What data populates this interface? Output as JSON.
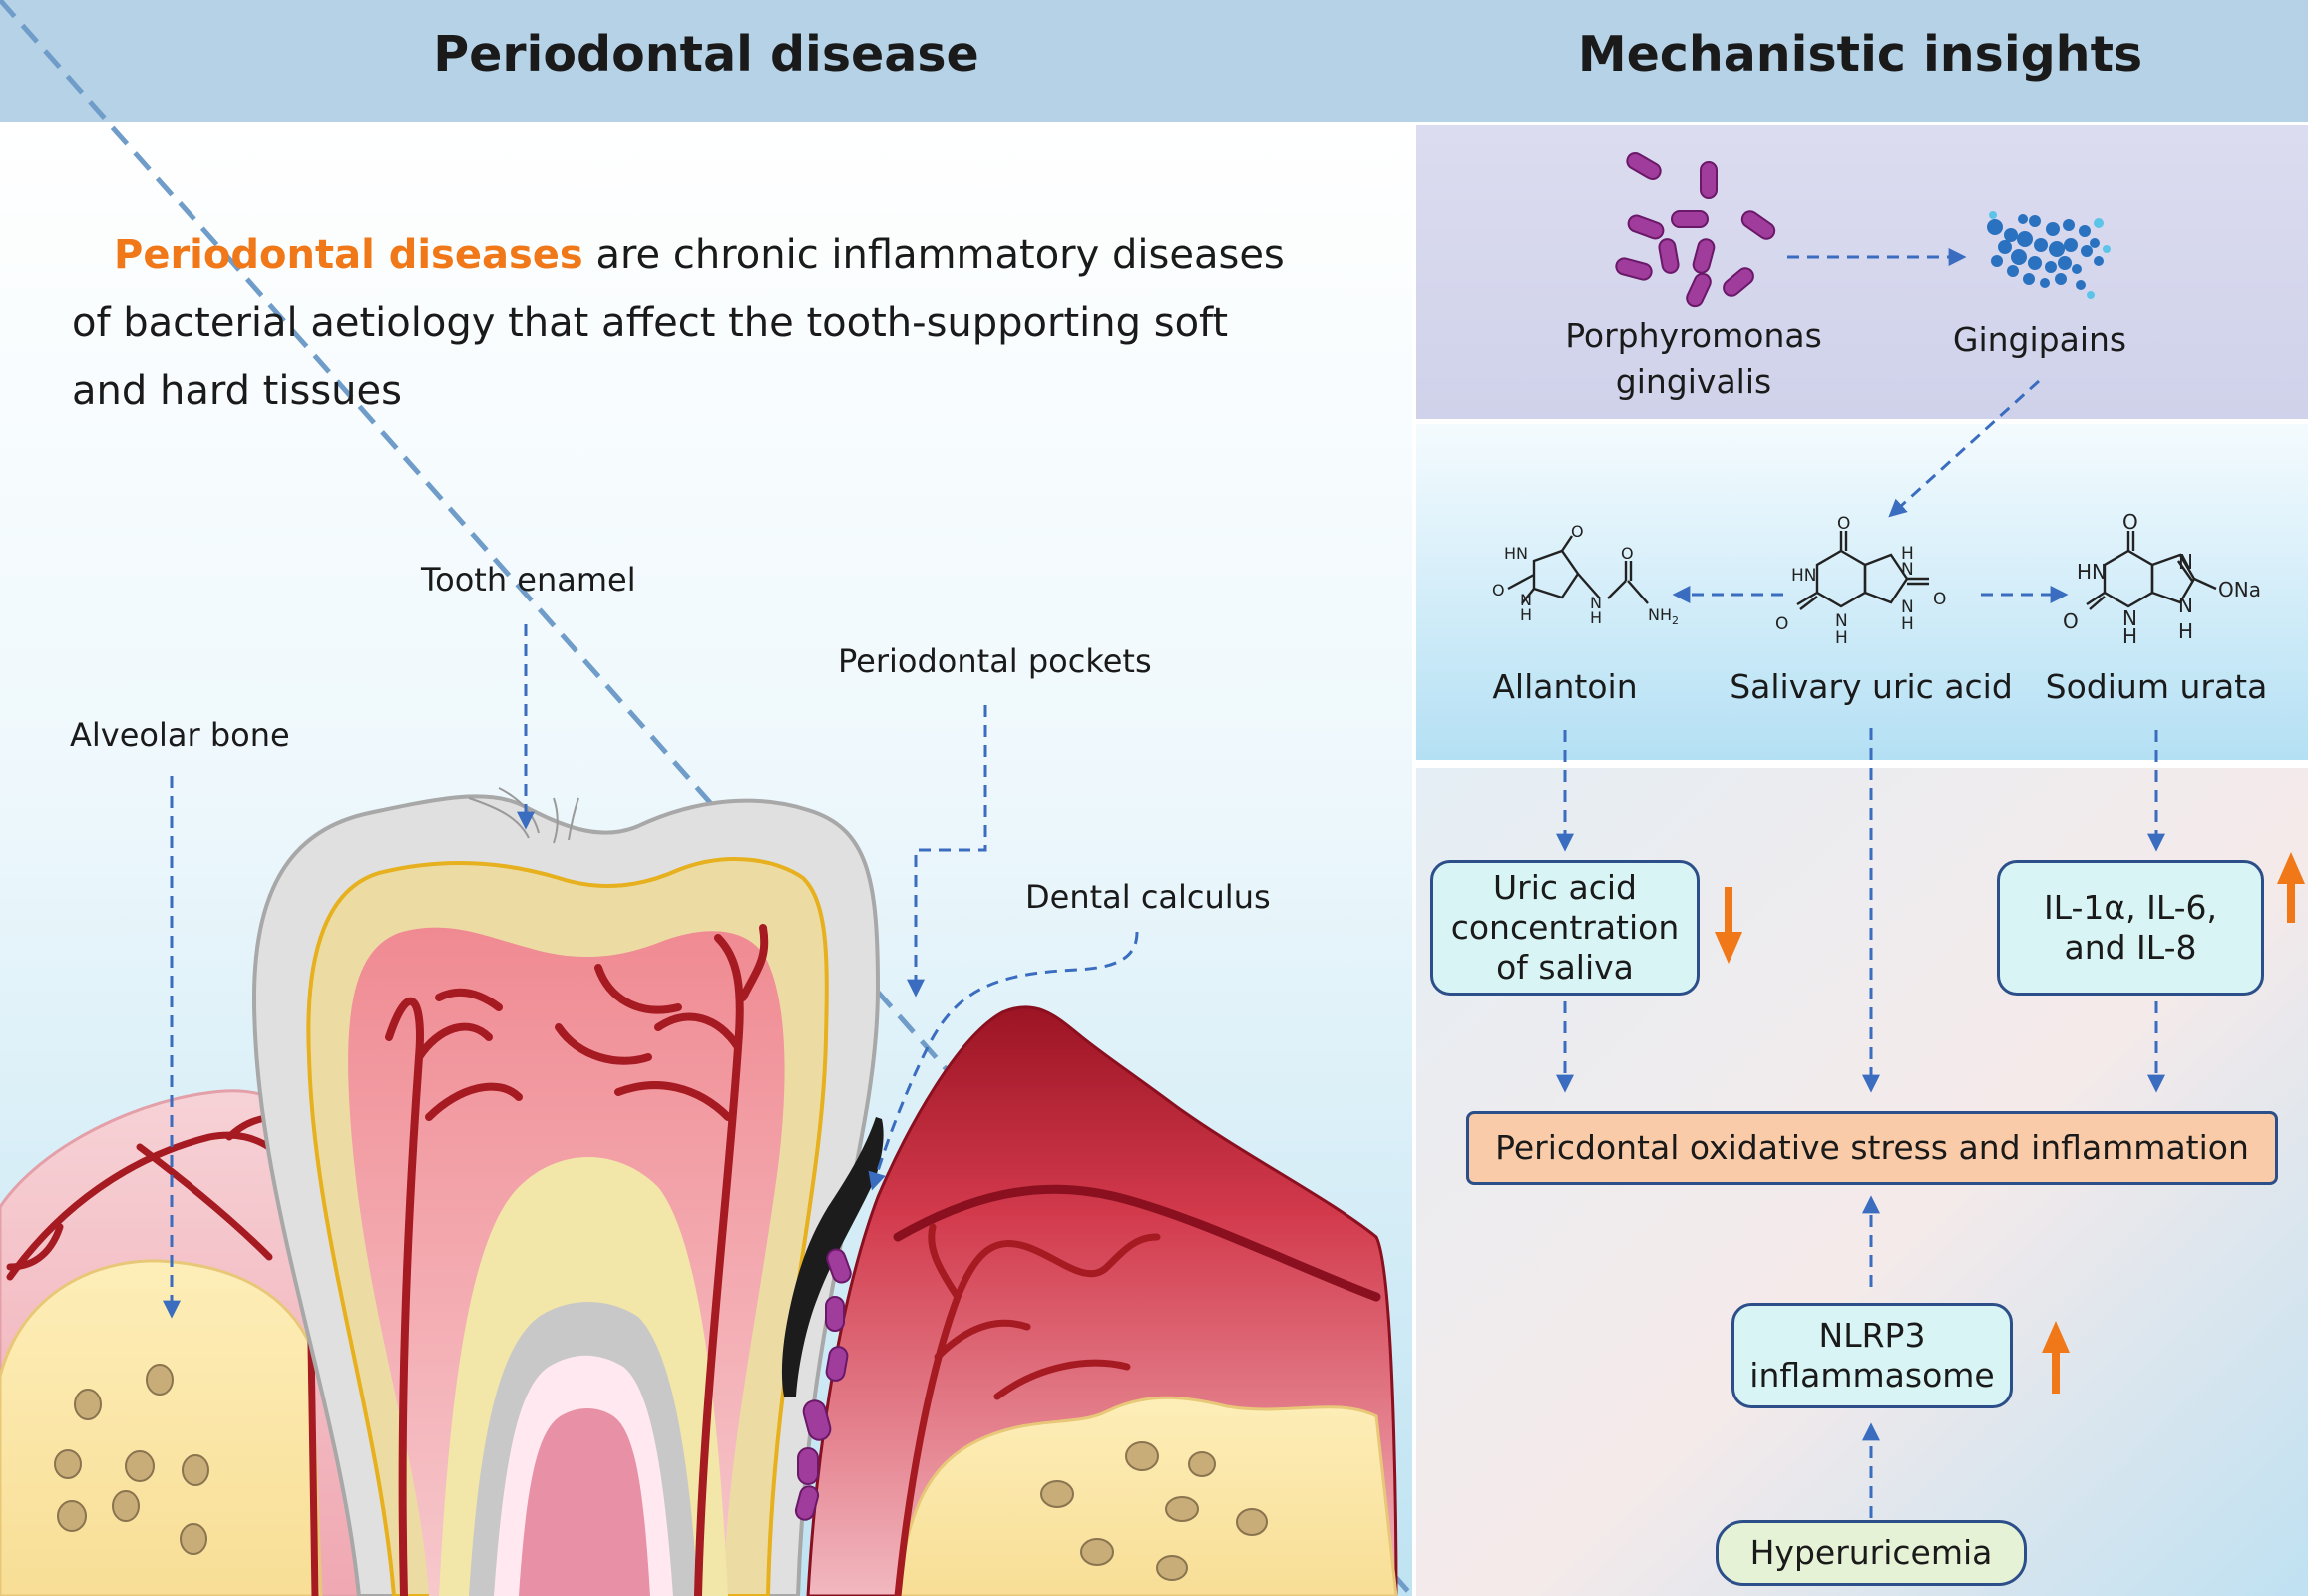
{
  "headers": {
    "left": "Periodontal disease",
    "right": "Mechanistic insights"
  },
  "intro": {
    "highlight": "Periodontal diseases",
    "text": " are chronic inflammatory diseases of bacterial aetiology that affect the tooth-supporting soft and hard tissues"
  },
  "tooth_labels": {
    "alveolar_bone": "Alveolar bone",
    "tooth_enamel": "Tooth enamel",
    "periodontal_pockets": "Periodontal pockets",
    "dental_calculus": "Dental calculus"
  },
  "bacteria": {
    "line1": "Porphyromonas",
    "line2": "gingivalis"
  },
  "gingipains": "Gingipains",
  "molecules": {
    "allantoin": "Allantoin",
    "uric_acid": "Salivary uric acid",
    "sodium_urate": "Sodium urata"
  },
  "atom_labels": {
    "HN": "HN",
    "H": "H",
    "N": "N",
    "O": "O",
    "NH2": "NH",
    "two": "2",
    "ONa": "ONa"
  },
  "boxes": {
    "uric_saliva": [
      "Uric acid",
      "concentration",
      "of saliva"
    ],
    "interleukins": [
      "IL-1α, IL-6,",
      "and IL-8"
    ],
    "oxidative_stress": "Pericdontal oxidative stress and inflammation",
    "nlrp3": [
      "NLRP3",
      "inflammasome"
    ],
    "hyperuricemia": "Hyperuricemia"
  },
  "colors": {
    "header_bg": "#b6d2e6",
    "accent_orange": "#f07818",
    "arrow_blue": "#3a6cc0",
    "gum_red": "#c8283c",
    "bacteria_purple": "#a03c9c",
    "box_border": "#2c4f8a"
  },
  "icons": {
    "up_arrow": "orange-up-arrow-icon",
    "down_arrow": "orange-down-arrow-icon"
  }
}
